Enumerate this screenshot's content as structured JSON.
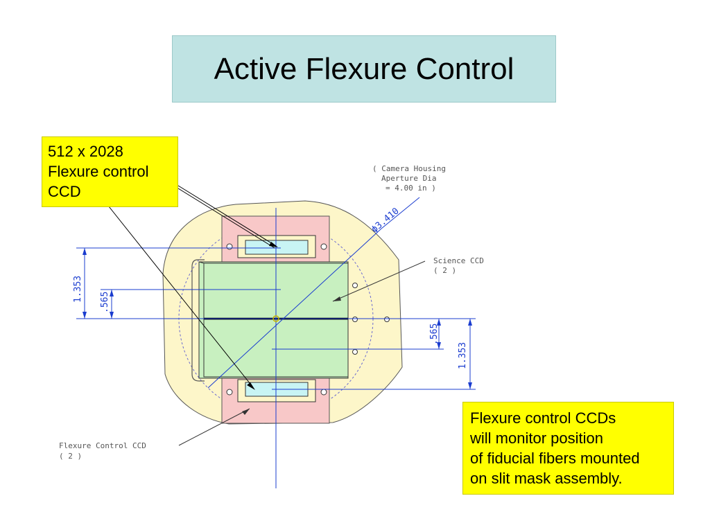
{
  "title": "Active Flexure Control",
  "callout_top": {
    "lines": [
      "512 x 2028",
      "Flexure control",
      "CCD"
    ]
  },
  "callout_bottom": {
    "lines": [
      "Flexure control CCDs",
      "will monitor position",
      "of fiducial fibers mounted",
      "on slit mask assembly."
    ]
  },
  "drawing": {
    "camera_housing_lines": [
      "( Camera Housing",
      "Aperture Dia",
      "= 4.00 in )"
    ],
    "diameter_label": "ϕ3.410",
    "science_ccd_lines": [
      "Science CCD",
      "( 2 )"
    ],
    "flexure_ccd_lines": [
      "Flexure Control CCD",
      "( 2 )"
    ],
    "dim_left_outer": "1.353",
    "dim_left_inner": ".565",
    "dim_right_inner": ".565",
    "dim_right_outer": "1.353"
  },
  "colors": {
    "title_bg": "#bfe3e3",
    "callout_bg": "#ffff00",
    "housing_fill": "#fdf6c9",
    "science_ccd_fill": "#c8f0c0",
    "flexure_ccd_fill": "#c8f4f4",
    "pink_mount": "#f8c8c8",
    "dimension_blue": "#1a3ccf"
  }
}
